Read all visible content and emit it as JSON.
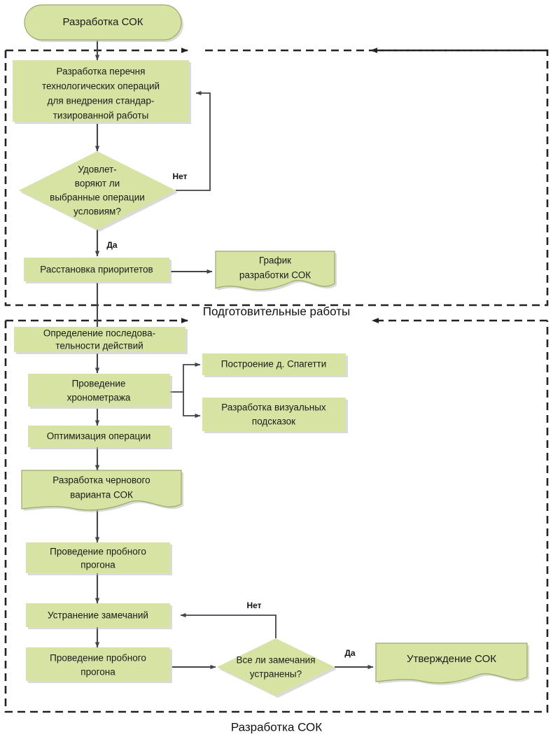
{
  "diagram": {
    "title_top": "Разработка СОК",
    "groups": [
      {
        "id": "prep",
        "label": "Подготовительные работы"
      },
      {
        "id": "dev",
        "label": "Разработка СОК"
      }
    ],
    "nodes": {
      "start": {
        "label": "Разработка СОК",
        "shape": "rounded-rect"
      },
      "list": {
        "label": "Разработка перечня технологических операций для внедрения стандар-тизированной работы",
        "shape": "rect",
        "lines": [
          "Разработка перечня",
          "технологических операций",
          "для внедрения стандар-",
          "тизированной работы"
        ]
      },
      "decision1": {
        "shape": "diamond",
        "lines": [
          "Удовлет-",
          "воряют ли",
          "выбранные операции",
          "условиям?"
        ]
      },
      "priority": {
        "label": "Расстановка приоритетов",
        "shape": "rect"
      },
      "schedule": {
        "shape": "document",
        "lines": [
          "График",
          "разработки СОК"
        ]
      },
      "sequence": {
        "shape": "rect",
        "lines": [
          "Определение последова-",
          "тельности действий"
        ]
      },
      "timing": {
        "shape": "rect",
        "lines": [
          "Проведение",
          "хронометража"
        ]
      },
      "spaghetti": {
        "label": "Построение д. Спагетти",
        "shape": "rect"
      },
      "visual": {
        "shape": "rect",
        "lines": [
          "Разработка визуальных",
          "подсказок"
        ]
      },
      "optimize": {
        "label": "Оптимизация операции",
        "shape": "rect"
      },
      "draft": {
        "shape": "document",
        "lines": [
          "Разработка чернового",
          "варианта СОК"
        ]
      },
      "trial1": {
        "shape": "rect",
        "lines": [
          "Проведение пробного",
          "прогона"
        ]
      },
      "fix": {
        "label": "Устранение замечаний",
        "shape": "rect"
      },
      "trial2": {
        "shape": "rect",
        "lines": [
          "Проведение пробного",
          "прогона"
        ]
      },
      "decision2": {
        "shape": "diamond",
        "lines": [
          "Все ли замечания",
          "устранены?"
        ]
      },
      "approve": {
        "label": "Утверждение СОК",
        "shape": "document"
      }
    },
    "edge_labels": {
      "no1": "Нет",
      "yes1": "Да",
      "no2": "Нет",
      "yes2": "Да"
    },
    "colors": {
      "node_fill": "#d6e3a3",
      "node_stroke": "#9aa86a",
      "connector": "#404549",
      "boundary": "#222222",
      "text": "#1a1a1a",
      "background": "#ffffff"
    }
  }
}
